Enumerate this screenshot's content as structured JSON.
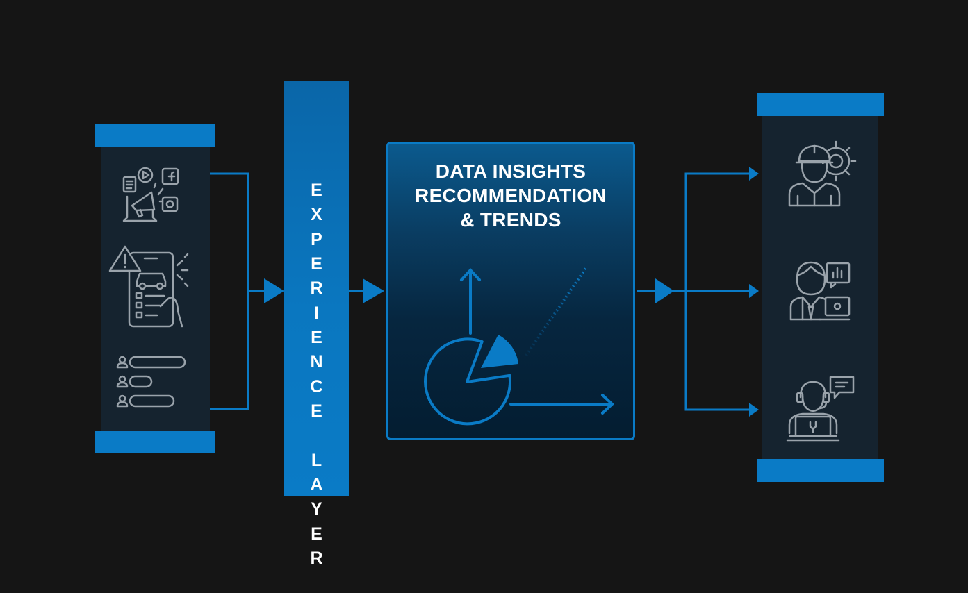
{
  "experience_layer": {
    "word1": [
      "E",
      "X",
      "P",
      "E",
      "R",
      "I",
      "E",
      "N",
      "C",
      "E"
    ],
    "word2": [
      "L",
      "A",
      "Y",
      "E",
      "R"
    ]
  },
  "center": {
    "line1": "DATA INSIGHTS",
    "line2": "RECOMMENDATION",
    "line3": "& TRENDS"
  },
  "colors": {
    "background": "#151515",
    "accent": "#0a7bc6",
    "panel": "#15232f",
    "icon_stroke": "#9aa3ab"
  },
  "left_icons": [
    "social-media-marketing-icon",
    "vehicle-report-alert-icon",
    "user-list-icon"
  ],
  "right_icons": [
    "engineer-gear-icon",
    "business-analyst-icon",
    "support-agent-icon"
  ]
}
